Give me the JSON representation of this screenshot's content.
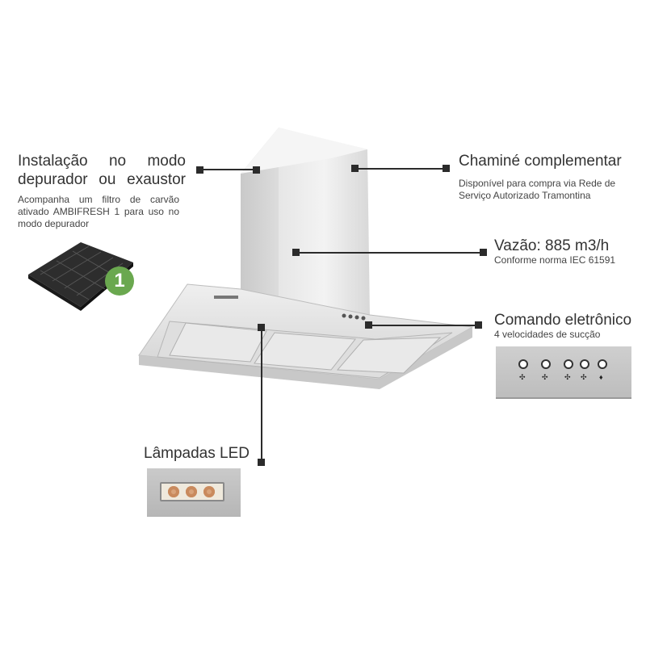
{
  "install": {
    "title_line1": "Instalação no modo",
    "title_line2": "depurador ou exaustor",
    "desc_line1": "Acompanha um filtro de carvão",
    "desc_line2": "ativado AMBIFRESH 1 para uso no",
    "desc_line3": "modo depurador",
    "badge": "1"
  },
  "chimney": {
    "title": "Chaminé complementar",
    "desc_line1": "Disponível para compra via Rede de",
    "desc_line2": "Serviço Autorizado Tramontina"
  },
  "flow": {
    "title": "Vazão: 885 m3/h",
    "desc": "Conforme norma IEC 61591"
  },
  "control": {
    "title": "Comando eletrônico",
    "desc": "4 velocidades de sucção"
  },
  "led": {
    "title": "Lâmpadas LED"
  },
  "colors": {
    "badge_green": "#6aa84f",
    "stainless": "#d9d9d9",
    "marker": "#2b2b2b"
  }
}
